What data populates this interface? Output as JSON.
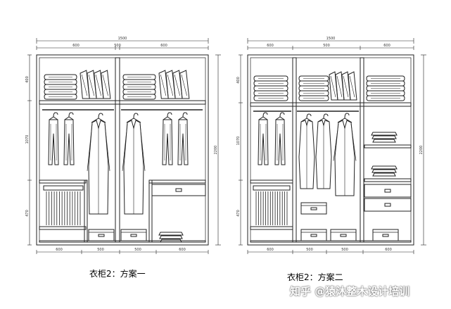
{
  "captions": {
    "left": "衣柜2：方案一",
    "right": "衣柜2：方案二"
  },
  "watermark": {
    "text": "知乎 @猿沐整木设计培训"
  },
  "left": {
    "overall_width": "1500",
    "top_dims": [
      "600",
      "500",
      "600"
    ],
    "bottom_dims": [
      "600",
      "500",
      "500",
      "600"
    ],
    "height_label": "2200",
    "row_labels": [
      "400",
      "1070",
      "470"
    ]
  },
  "right": {
    "overall_width": "1500",
    "top_dims": [
      "600",
      "500",
      "600"
    ],
    "bottom_dims": [
      "600",
      "500",
      "500",
      "600"
    ],
    "height_label": "2200",
    "row_labels": [
      "400",
      "1070",
      "470"
    ]
  },
  "colors": {
    "line": "#222222",
    "paper": "#ffffff"
  }
}
